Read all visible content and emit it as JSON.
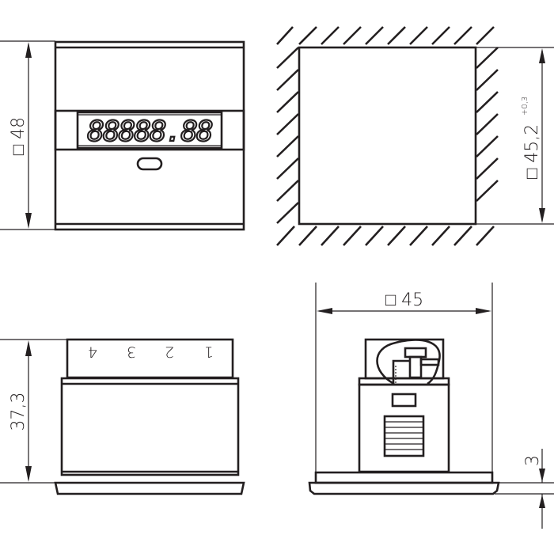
{
  "drawing": {
    "front_view": {
      "dimension_label": "□ 48",
      "display_digits": "88888.88"
    },
    "panel_cutout": {
      "dimension_label": "□ 45,2",
      "tolerance": "+0,3"
    },
    "side_view": {
      "dimension_label": "37,3",
      "terminal_labels": [
        "4",
        "3",
        "2",
        "1"
      ]
    },
    "rear_view": {
      "width_label": "□ 45",
      "flange_label": "3"
    }
  },
  "colors": {
    "line": "#231f20",
    "background": "#ffffff"
  }
}
